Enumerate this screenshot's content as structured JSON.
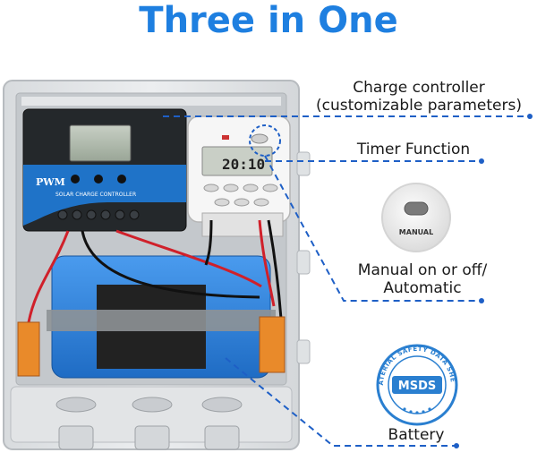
{
  "title": "Three in One",
  "labels": {
    "charge_controller_line1": "Charge controller",
    "charge_controller_line2": "(customizable parameters)",
    "timer_function": "Timer Function",
    "manual_line1": "Manual on or off/",
    "manual_line2": "Automatic",
    "battery": "Battery"
  },
  "controller": {
    "brand": "PWM",
    "caption": "SOLAR CHARGE CONTROLLER"
  },
  "timer": {
    "display_value": "20:10"
  },
  "manual_button_label": "MANUAL",
  "msds_badge": {
    "center_text": "MSDS",
    "ring_text": "MATERIAL SAFETY DATA SHEET"
  },
  "colors": {
    "title_blue": "#1e7fe0",
    "callout_dash": "#1e5fc6",
    "enclosure": "#e6e8ea",
    "controller_body": "#222629",
    "controller_blue": "#1f73c8",
    "battery_blue": "#2e86df",
    "msds_blue": "#2a7fd0"
  },
  "icons": [
    "manual-button-icon",
    "msds-badge-icon"
  ]
}
